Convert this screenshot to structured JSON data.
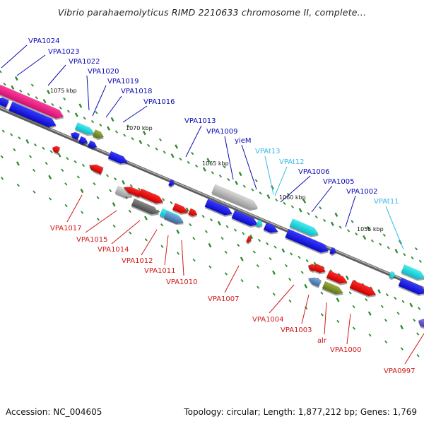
{
  "title": "Vibrio parahaemolyticus RIMD 2210633 chromosome II, complete...",
  "footer": {
    "accession": "Accession: NC_004605",
    "stats": "Topology: circular; Length: 1,877,212 bp; Genes: 1,769"
  },
  "colors": {
    "upper_label": "#0a0ab4",
    "trna_label": "#38b8e8",
    "lower_label": "#d01818",
    "backbone": "#8a8a8a",
    "tick": "#2d8a2d"
  },
  "scale_labels": [
    "1075 kbp",
    "1070 kbp",
    "1065 kbp",
    "1060 kbp",
    "1055 kbp"
  ],
  "upper_genes": [
    "VPA1024",
    "VPA1023",
    "VPA1022",
    "VPA1020",
    "VPA1019",
    "VPA1018",
    "VPA1016",
    "VPA1013",
    "VPA1009",
    "yieM",
    "VPAt13",
    "VPAt12",
    "VPA1006",
    "VPA1005",
    "VPA1002",
    "VPAt11"
  ],
  "lower_genes": [
    "VPA1017",
    "VPA1015",
    "VPA1014",
    "VPA1012",
    "VPA1011",
    "VPA1010",
    "VPA1007",
    "VPA1004",
    "VPA1003",
    "alr",
    "VPA1000",
    "VPA0997"
  ]
}
